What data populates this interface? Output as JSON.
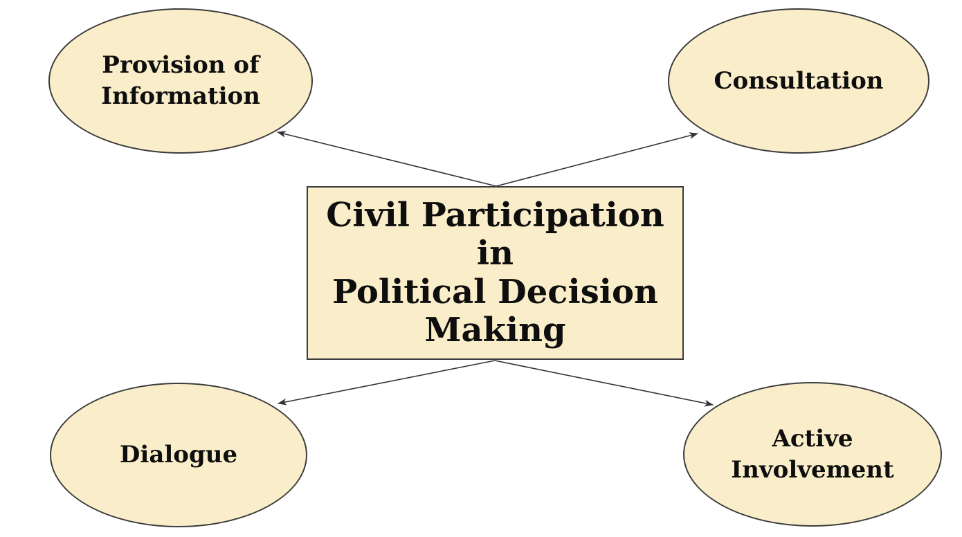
{
  "diagram": {
    "title": "Civil Participation in Political Decision Making",
    "center_node": {
      "id": "center",
      "label": "Civil Participation in\nPolitical Decision\nMaking",
      "shape": "rectangle"
    },
    "nodes": [
      {
        "id": "provision-of-information",
        "label": "Provision of\nInformation",
        "shape": "ellipse",
        "position": "top-left"
      },
      {
        "id": "consultation",
        "label": "Consultation",
        "shape": "ellipse",
        "position": "top-right"
      },
      {
        "id": "dialogue",
        "label": "Dialogue",
        "shape": "ellipse",
        "position": "bottom-left"
      },
      {
        "id": "active-involvement",
        "label": "Active\nInvolvement",
        "shape": "ellipse",
        "position": "bottom-right"
      }
    ],
    "edges": [
      {
        "from": "center",
        "to": "provision-of-information",
        "arrow": "to"
      },
      {
        "from": "center",
        "to": "consultation",
        "arrow": "to"
      },
      {
        "from": "center",
        "to": "dialogue",
        "arrow": "to"
      },
      {
        "from": "center",
        "to": "active-involvement",
        "arrow": "to"
      }
    ],
    "colors": {
      "node_fill": "#FAEECA",
      "node_border": "#3C3C3C",
      "arrow": "#333333",
      "text": "#0E0E0E",
      "background": "#FFFFFF"
    }
  }
}
